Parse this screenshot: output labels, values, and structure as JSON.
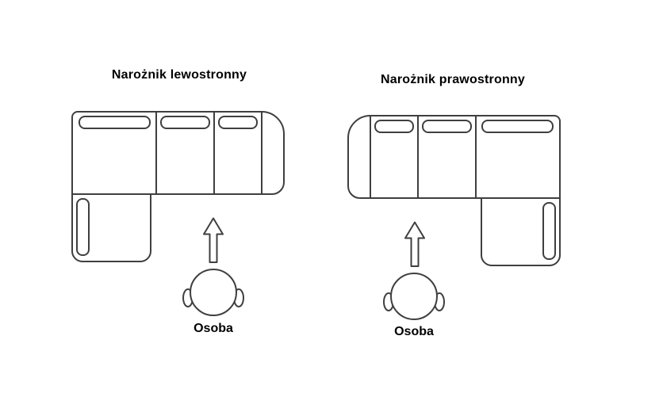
{
  "colors": {
    "line": "#3f3f3f",
    "text": "#000000",
    "background": "#ffffff"
  },
  "diagrams": {
    "left": {
      "title": "Narożnik lewostronny",
      "orientation": "left-corner-sofa-top-view",
      "person_label": "Osoba"
    },
    "right": {
      "title": "Narożnik prawostronny",
      "orientation": "right-corner-sofa-top-view",
      "person_label": "Osoba"
    }
  }
}
